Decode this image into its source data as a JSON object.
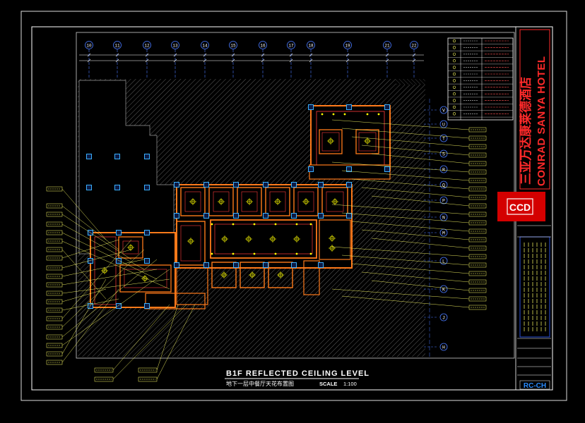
{
  "drawing": {
    "title": "B1F REFLECTED CEILING LEVEL",
    "subtitle_cn": "地下一层中餐厅天花布置图",
    "scale_label": "SCALE",
    "scale_value": "1:100"
  },
  "title_block": {
    "project_cn": "三亚万达康莱德酒店",
    "project_en": "CONRAD SANYA HOTEL",
    "company_tag": "CCD",
    "sheet_no": "RC-CH"
  },
  "grid": {
    "columns": [
      "10",
      "11",
      "12",
      "13",
      "14",
      "15",
      "16",
      "17",
      "18",
      "19",
      "21",
      "22"
    ],
    "rows": [
      "V",
      "U",
      "T",
      "S",
      "R",
      "Q",
      "P",
      "N",
      "M",
      "L",
      "K",
      "J",
      "H"
    ]
  },
  "colors": {
    "background": "#000000",
    "frame": "#ffffff",
    "walls": "#ff7a1a",
    "ceiling": "#ff3a3a",
    "grid": "#4a7aff",
    "leaders": "#ffff66",
    "fixtures": "#ffff00",
    "hatch": "#7a7a7a",
    "titleblock_red": "#e00000",
    "titleblock_blue": "#2a4fd8"
  }
}
